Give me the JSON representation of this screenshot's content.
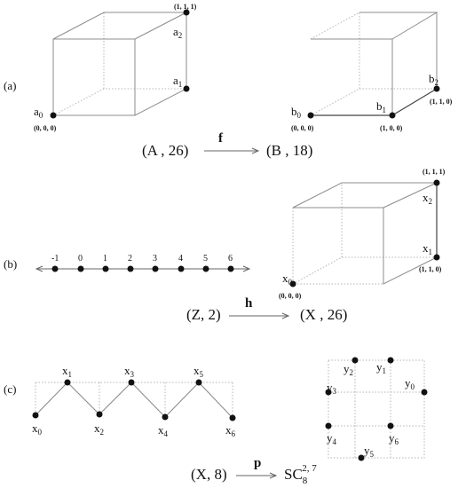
{
  "panels": [
    "(a)",
    "(b)",
    "(c)"
  ],
  "cube_a": {
    "vertices": [
      "a",
      "a",
      "a"
    ],
    "subscripts": [
      "0",
      "1",
      "2"
    ],
    "coords": [
      "(0, 0, 0)",
      "(1, 1, 1)"
    ]
  },
  "cube_b": {
    "vertices": [
      "b",
      "b",
      "b"
    ],
    "subscripts": [
      "0",
      "1",
      "2"
    ],
    "coords": [
      "(0, 0, 0)",
      "(1, 0, 0)",
      "(1, 1, 0)"
    ]
  },
  "map_f": {
    "source": "(A , 26)",
    "label": "f",
    "target": "(B , 18)"
  },
  "number_line": {
    "ticks": [
      "-1",
      "0",
      "1",
      "2",
      "3",
      "4",
      "5",
      "6"
    ]
  },
  "cube_x": {
    "vertices": [
      "x",
      "x",
      "x"
    ],
    "subscripts": [
      "0",
      "1",
      "2"
    ],
    "coords": [
      "(0, 0, 0)",
      "(1, 1, 0)",
      "(1, 1, 1)"
    ]
  },
  "map_h": {
    "source": "(Z, 2)",
    "label": "h",
    "target": "(X , 26)"
  },
  "zigzag": {
    "vertices": [
      "x",
      "x",
      "x",
      "x",
      "x",
      "x",
      "x"
    ],
    "subscripts": [
      "0",
      "1",
      "2",
      "3",
      "4",
      "5",
      "6"
    ]
  },
  "grid_y": {
    "vertices": [
      "y",
      "y",
      "y",
      "y",
      "y",
      "y",
      "y"
    ],
    "subscripts": [
      "0",
      "1",
      "2",
      "3",
      "4",
      "5",
      "6"
    ]
  },
  "map_p": {
    "source": "(X,  8)",
    "label": "p",
    "target_base": "SC",
    "target_sub": "8",
    "target_sup": "2, 7"
  }
}
